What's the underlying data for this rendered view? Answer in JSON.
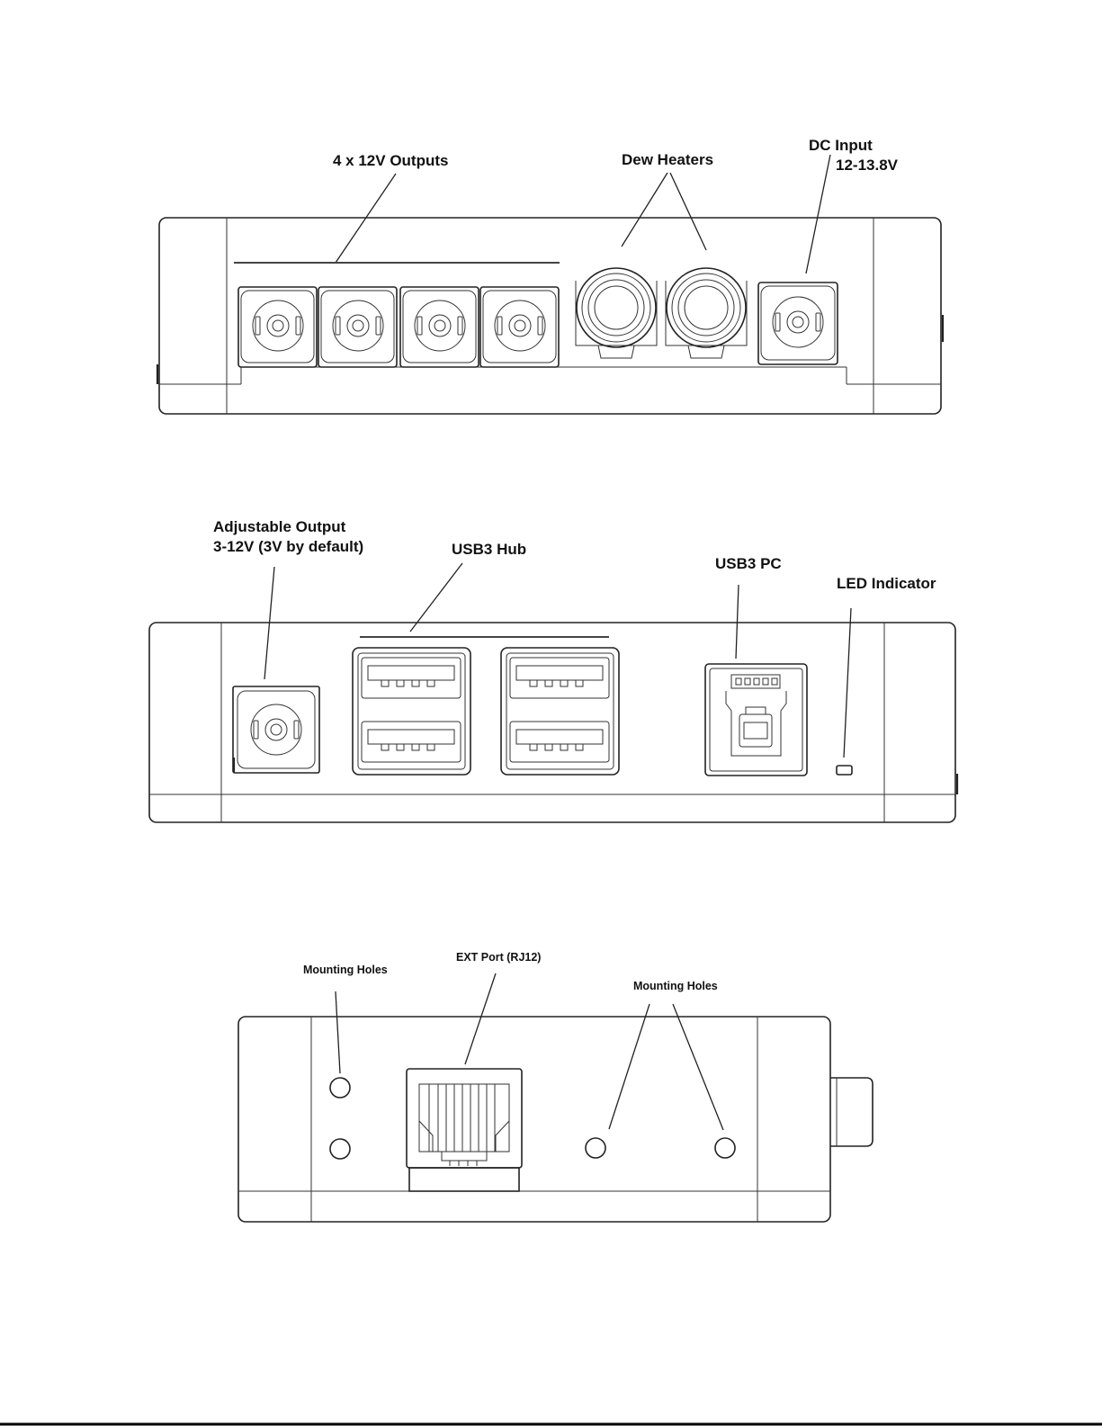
{
  "panel1": {
    "label_outputs": "4 x 12V Outputs",
    "label_dew": "Dew Heaters",
    "label_dc_line1": "DC Input",
    "label_dc_line2": "12-13.8V"
  },
  "panel2": {
    "label_adj_line1": "Adjustable Output",
    "label_adj_line2": "3-12V (3V by default)",
    "label_usb_hub": "USB3 Hub",
    "label_usb_pc": "USB3 PC",
    "label_led": "LED Indicator"
  },
  "panel3": {
    "label_mount_left": "Mounting Holes",
    "label_ext": "EXT Port (RJ12)",
    "label_mount_right": "Mounting Holes"
  }
}
